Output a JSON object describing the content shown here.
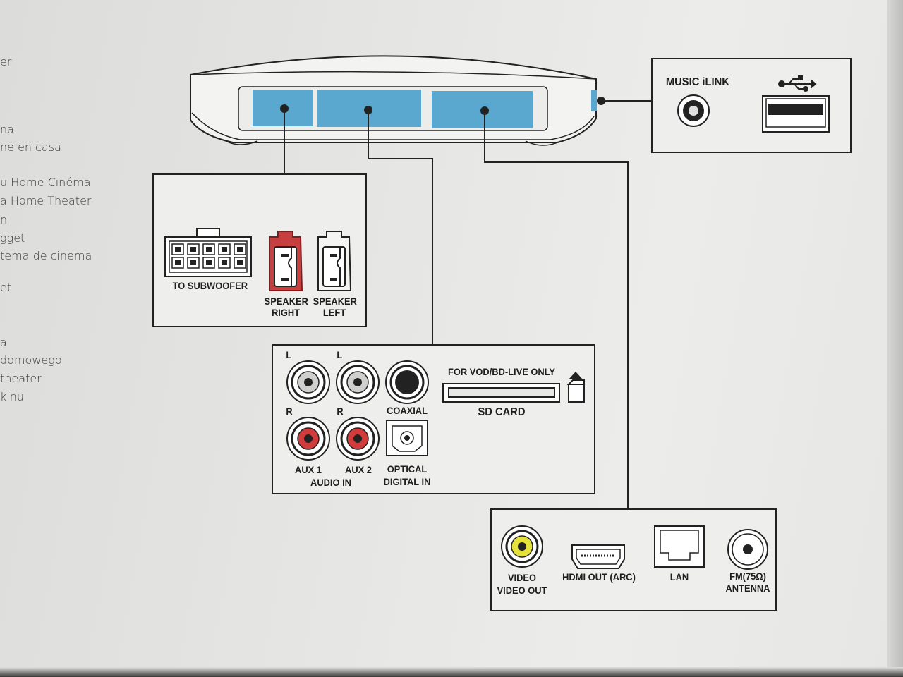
{
  "side_text": [
    "er",
    "na",
    "ne en casa",
    "u Home Cinéma",
    "a Home Theater",
    "n",
    "gget",
    "tema de cinema",
    "et",
    "a",
    " domowego",
    " theater",
    "kinu"
  ],
  "top_panel": {
    "music_ilink": "MUSIC iLINK"
  },
  "speaker_panel": {
    "subwoofer": "TO SUBWOOFER",
    "speaker_right": [
      "SPEAKER",
      "RIGHT"
    ],
    "speaker_left": [
      "SPEAKER",
      "LEFT"
    ]
  },
  "audio_panel": {
    "l1": "L",
    "l2": "L",
    "r1": "R",
    "r2": "R",
    "coaxial": "COAXIAL",
    "aux1": "AUX 1",
    "aux2": "AUX 2",
    "audio_in": "AUDIO IN",
    "optical": "OPTICAL",
    "digital_in": "DIGITAL IN",
    "vod": "FOR VOD/BD-LIVE ONLY",
    "sd_card": "SD CARD"
  },
  "bottom_panel": {
    "video": "VIDEO",
    "video_out": "VIDEO OUT",
    "hdmi": "HDMI OUT (ARC)",
    "lan": "LAN",
    "fm": "FM(75Ω)",
    "antenna": "ANTENNA"
  },
  "colors": {
    "blue_panel": "#5aa7d0",
    "red_jack": "#d23b3b",
    "yellow_jack": "#e6e03a",
    "line": "#222222"
  }
}
